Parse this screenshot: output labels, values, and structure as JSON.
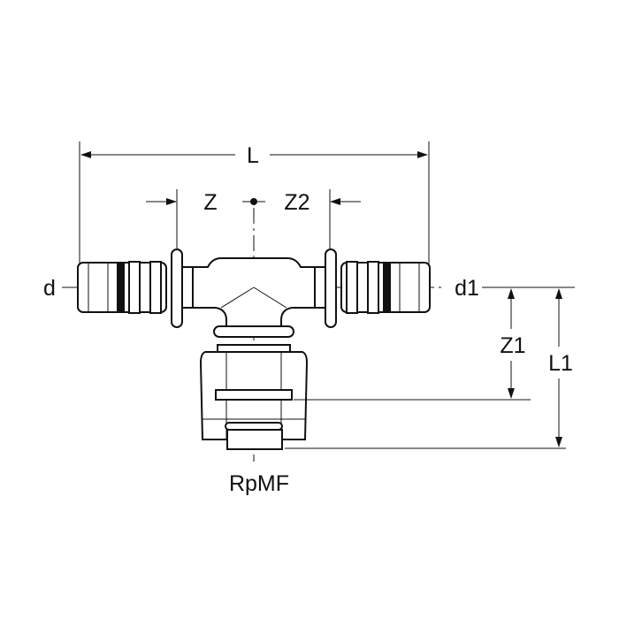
{
  "diagram": {
    "title": "Tee fitting with female thread branch",
    "labels": {
      "L": "L",
      "Z": "Z",
      "Z2": "Z2",
      "d": "d",
      "d1": "d1",
      "Z1": "Z1",
      "L1": "L1",
      "RpMF": "RpMF"
    }
  }
}
